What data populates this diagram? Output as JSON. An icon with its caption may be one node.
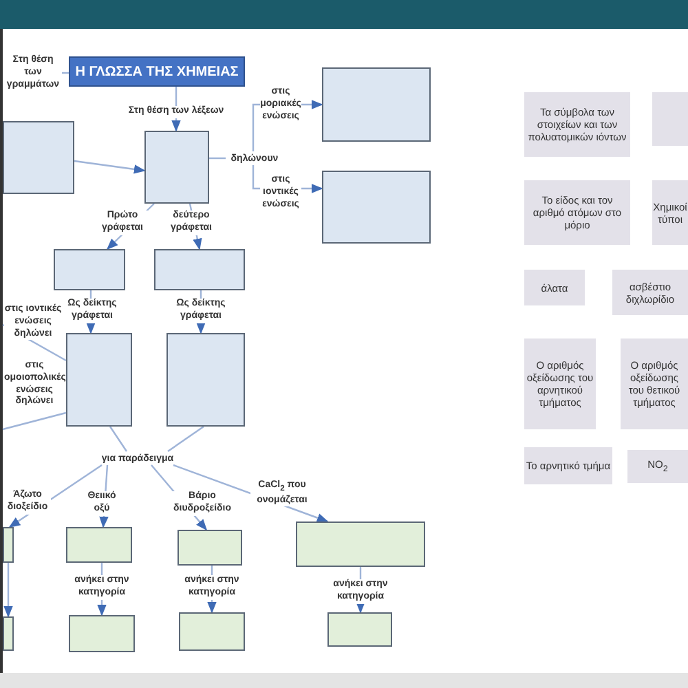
{
  "diagram": {
    "nodes": [
      {
        "text": [
          "Η ΓΛΩΣΣΑ ΤΗΣ ΧΗΜΕΙΑΣ"
        ]
      },
      {
        "text": [],
        "shape": "box"
      },
      {
        "text": [],
        "shape": "box"
      },
      {
        "text": [],
        "shape": "box"
      },
      {
        "text": [],
        "shape": "box"
      },
      {
        "text": [],
        "shape": "box"
      },
      {
        "text": [],
        "shape": "box"
      },
      {
        "text": [],
        "shape": "box"
      },
      {
        "text": [],
        "shape": "box"
      },
      {
        "text": [],
        "shape": "box"
      },
      {
        "text": [],
        "shape": "box"
      },
      {
        "text": [],
        "shape": "box"
      },
      {
        "text": [],
        "shape": "box"
      },
      {
        "text": [],
        "shape": "box"
      },
      {
        "text": [],
        "shape": "box"
      },
      {
        "text": [],
        "shape": "box"
      },
      {
        "text": [],
        "shape": "box"
      },
      {
        "text": [
          "Τα σύμβολα των στοιχείων και των πολυατομικών ιόντων"
        ]
      },
      {
        "text": [],
        "shape": "box"
      },
      {
        "text": [
          "Το είδος και τον αριθμό ατόμων στο μόριο"
        ]
      },
      {
        "text": [
          "Χημικοί τύποι"
        ]
      },
      {
        "text": [
          "άλατα"
        ]
      },
      {
        "text": [
          "ασβέστιο διχλωρίδιο"
        ]
      },
      {
        "text": [
          "Ο αριθμός οξείδωσης του αρνητικού τμήματος"
        ]
      },
      {
        "text": [
          "Ο αριθμός οξείδωσης του θετικού τμήματος"
        ]
      },
      {
        "text": [
          "Το αρνητικό τμήμα"
        ]
      },
      {
        "text": [
          "NO$_{2}$"
        ]
      },
      {
        "text": [
          "δηλώνουν"
        ]
      },
      {
        "text": [
          "για παράδειγμα"
        ]
      }
    ],
    "edges": [
      {
        "from": 0,
        "to": null,
        "arrow": "none",
        "label": "Στη θέση των γραμμάτων"
      },
      {
        "from": 0,
        "to": 2,
        "arrow": "to",
        "label": "Στη θέση των λέξεων"
      },
      {
        "from": 1,
        "to": 2,
        "arrow": "to"
      },
      {
        "from": 2,
        "to": 27,
        "arrow": "none"
      },
      {
        "from": 27,
        "to": 3,
        "arrow": "to",
        "label": "στις μοριακές ενώσεις"
      },
      {
        "from": 27,
        "to": 4,
        "arrow": "to",
        "label": "στις ιοντικές ενώσεις"
      },
      {
        "from": 2,
        "to": 5,
        "arrow": "to",
        "label": "Πρώτο γράφεται"
      },
      {
        "from": 2,
        "to": 6,
        "arrow": "to",
        "label": "δεύτερο γράφεται"
      },
      {
        "from": 5,
        "to": 7,
        "arrow": "to",
        "label": "Ως δείκτης γράφεται"
      },
      {
        "from": 6,
        "to": 8,
        "arrow": "to",
        "label": "Ως δείκτης γράφεται"
      },
      {
        "from": 7,
        "to": null,
        "arrow": "none",
        "label": "στις ιοντικές ενώσεις δηλώνει"
      },
      {
        "from": 7,
        "to": null,
        "arrow": "none",
        "label": "στις ομοιοπολικές ενώσεις δηλώνει"
      },
      {
        "from": 7,
        "to": 28,
        "arrow": "none"
      },
      {
        "from": 8,
        "to": 28,
        "arrow": "none"
      },
      {
        "from": 28,
        "to": 9,
        "arrow": "to",
        "label": "Άζωτο διοξείδιο"
      },
      {
        "from": 28,
        "to": 10,
        "arrow": "to",
        "label": "Θειικό οξύ"
      },
      {
        "from": 28,
        "to": 11,
        "arrow": "to",
        "label": "Βάριο διυδροξείδιο"
      },
      {
        "from": 28,
        "to": 12,
        "arrow": "to",
        "label": "CaCl$_{2}$ που ονομάζεται"
      },
      {
        "from": 9,
        "to": 13,
        "arrow": "to"
      },
      {
        "from": 10,
        "to": 14,
        "arrow": "to",
        "label": "ανήκει στην κατηγορία"
      },
      {
        "from": 11,
        "to": 15,
        "arrow": "to",
        "label": "ανήκει στην κατηγορία"
      },
      {
        "from": 12,
        "to": 16,
        "arrow": "to",
        "label": "ανήκει στην κατηγορία"
      }
    ]
  }
}
